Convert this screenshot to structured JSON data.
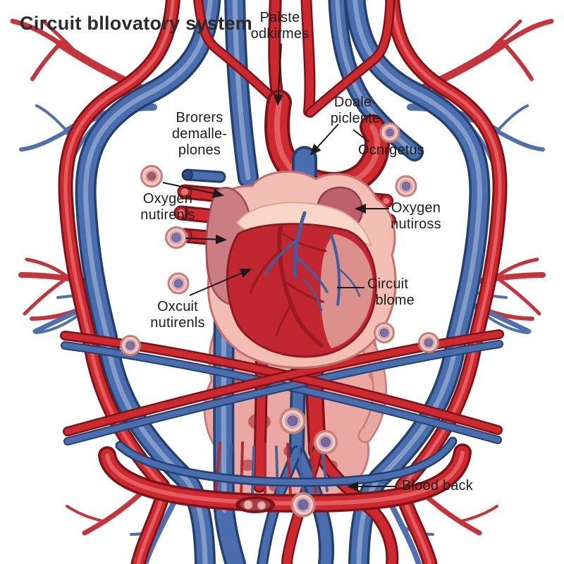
{
  "title": "Circuit bllovatory system",
  "labels": {
    "top_center": "Palste\nodkirmes",
    "upper_left": "Brorers\ndemalle-\nplones",
    "upper_right": "Doale-\npiclente",
    "right_1": "Ocnrgetus",
    "left_1": "Oxygen\nnutirenls",
    "right_2": "Oxygen\nnutiross",
    "left_2": "Oxcuit\nnutirenls",
    "right_3": "Circuit\n  blome",
    "bottom_right": "Blood back"
  },
  "colors": {
    "artery_red": "#cd2a2f",
    "artery_dark": "#7d1318",
    "artery_highlight": "#e96a6d",
    "vein_blue": "#4a6dad",
    "vein_dark": "#24406f",
    "vein_highlight": "#8ba3cf",
    "heart_outer_pink": "#f2beb4",
    "atrium_mauve": "#cb7d84",
    "ventricle_red": "#c02730",
    "organ_pink": "#eba8a3",
    "cell_outer": "#f3c6be",
    "cell_nucleus_purple": "#7e72a4",
    "label_ink": "#1c1c1c",
    "background": "#ffffff"
  }
}
